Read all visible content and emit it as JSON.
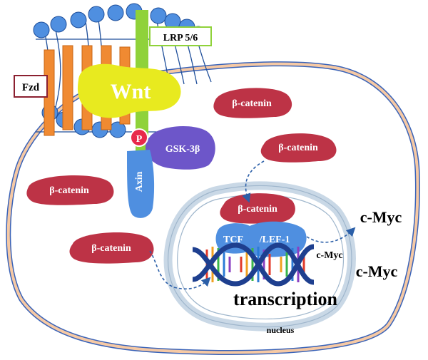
{
  "labels": {
    "lrp": "LRP 5/6",
    "fzd": "Fzd",
    "wnt": "Wnt",
    "p": "P",
    "gsk": "GSK-3β",
    "axin": "Axin",
    "beta_catenin": "β-catenin",
    "tcf_lef_left": "TCF",
    "tcf_lef_right": "/LEF-1",
    "cmyc_small": "c-Myc",
    "cmyc_large_1": "c-Myc",
    "cmyc_large_2": "c-Myc",
    "transcription": "transcription",
    "nucleus": "nucleus"
  },
  "colors": {
    "beta_catenin": "#bd3346",
    "axin": "#4f8fe0",
    "gsk": "#6d56c9",
    "wnt": "#e8ea1f",
    "lrp": "#8fd23a",
    "fzd": "#f08a32",
    "lipid_head": "#4f8fe0",
    "p_circle": "#e8294b",
    "cell_outline": "#3a63b8",
    "membrane_fill": "#f6c9a4"
  }
}
